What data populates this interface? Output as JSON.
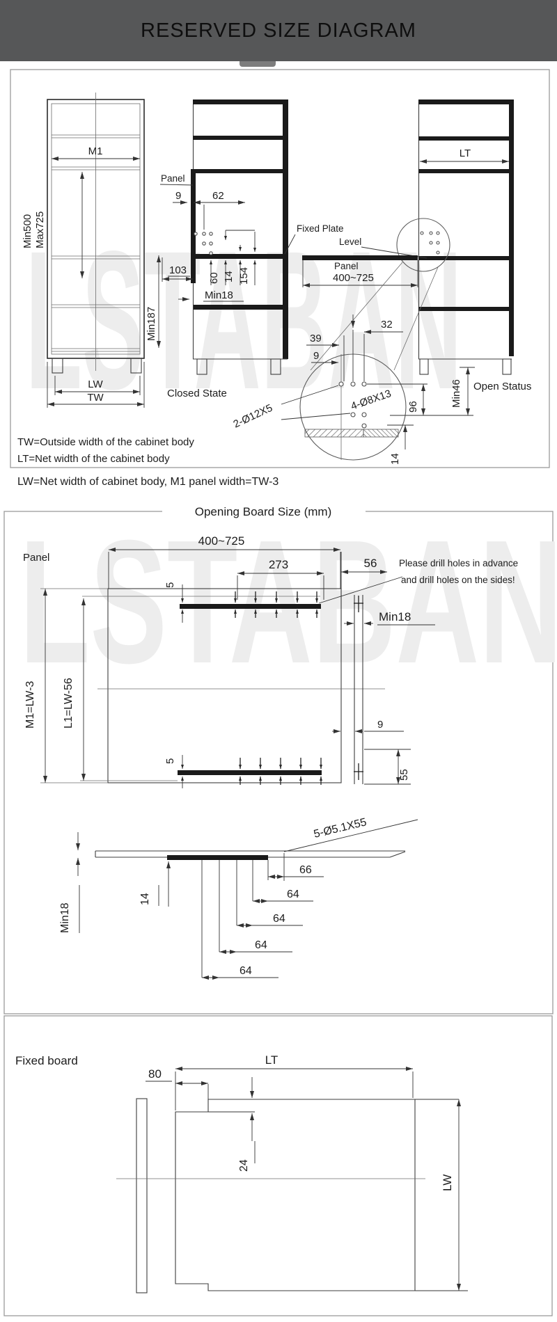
{
  "header": {
    "title": "RESERVED SIZE DIAGRAM"
  },
  "watermark": "LSTABAN",
  "s1": {
    "m1": "M1",
    "min500": "Min500",
    "max725": "Max725",
    "lw": "LW",
    "tw": "TW",
    "panel": "Panel",
    "d9": "9",
    "d62": "62",
    "d103": "103",
    "d60": "60",
    "d14": "14",
    "d154": "154",
    "min18": "Min18",
    "min187": "Min187",
    "closed": "Closed State",
    "fixed_plate": "Fixed Plate",
    "level": "Level",
    "lt": "LT",
    "range": "400~725",
    "d32": "32",
    "d39": "39",
    "d96": "96",
    "min46": "Min46",
    "drill2": "2-Ø12X5",
    "drill4": "4-Ø8X13",
    "open": "Open Status",
    "legend1": "TW=Outside width of the cabinet body",
    "legend2": "LT=Net width of the cabinet body",
    "footnote": "LW=Net width of cabinet body, M1 panel width=TW-3"
  },
  "s2": {
    "title": "Opening Board Size (mm)",
    "panel": "Panel",
    "range": "400~725",
    "d273": "273",
    "d56": "56",
    "d5": "5",
    "min18": "Min18",
    "m1": "M1=LW-3",
    "l1": "L1=LW-56",
    "d9": "9",
    "d55": "55",
    "note1": "Please drill holes in advance",
    "note2": "and drill holes on the sides!",
    "drill": "5-Ø5.1X55",
    "d66": "66",
    "d64": "64",
    "d14": "14"
  },
  "s3": {
    "title": "Fixed board",
    "lt": "LT",
    "d80": "80",
    "d24": "24",
    "lw": "LW"
  }
}
